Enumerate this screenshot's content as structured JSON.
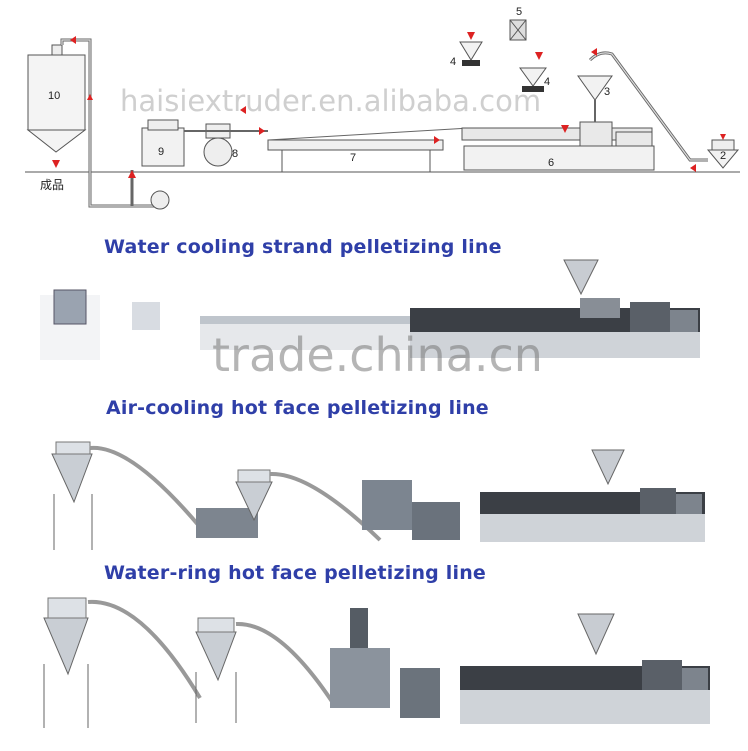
{
  "diagram": {
    "watermark_top": "haisiextruder.en.alibaba.com",
    "watermark_mid": "trade.china.cn",
    "product_label": "成品",
    "part_numbers": [
      "10",
      "9",
      "8",
      "7",
      "6",
      "5",
      "4",
      "4",
      "3",
      "2"
    ]
  },
  "sections": {
    "water_cooling_title": "Water cooling strand pelletizing line",
    "air_cooling_title": "Air-cooling hot face pelletizing line",
    "water_ring_title": "Water-ring hot face pelletizing line"
  }
}
